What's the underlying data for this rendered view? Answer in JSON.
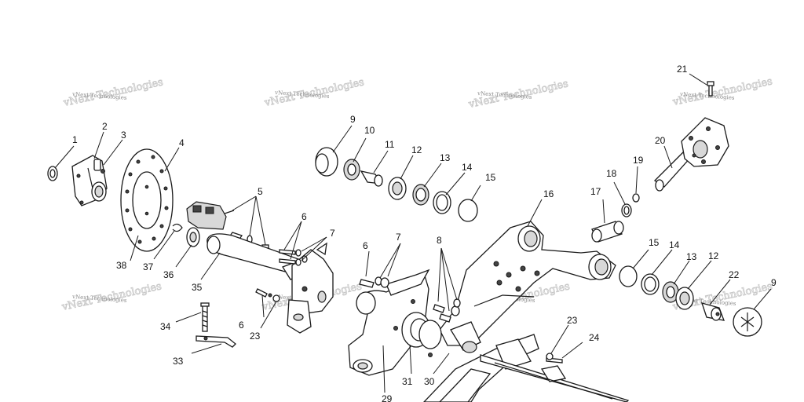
{
  "watermark": {
    "text": "vNext Technologies"
  },
  "callouts": [
    {
      "id": "c1",
      "label": "1"
    },
    {
      "id": "c2",
      "label": "2"
    },
    {
      "id": "c3",
      "label": "3"
    },
    {
      "id": "c4",
      "label": "4"
    },
    {
      "id": "c5",
      "label": "5"
    },
    {
      "id": "c6a",
      "label": "6"
    },
    {
      "id": "c7a",
      "label": "7"
    },
    {
      "id": "c6b",
      "label": "6"
    },
    {
      "id": "c7b",
      "label": "7"
    },
    {
      "id": "c8",
      "label": "8"
    },
    {
      "id": "c6c",
      "label": "6"
    },
    {
      "id": "c9a",
      "label": "9"
    },
    {
      "id": "c10",
      "label": "10"
    },
    {
      "id": "c11",
      "label": "11"
    },
    {
      "id": "c12a",
      "label": "12"
    },
    {
      "id": "c13a",
      "label": "13"
    },
    {
      "id": "c14a",
      "label": "14"
    },
    {
      "id": "c15a",
      "label": "15"
    },
    {
      "id": "c16",
      "label": "16"
    },
    {
      "id": "c17",
      "label": "17"
    },
    {
      "id": "c18",
      "label": "18"
    },
    {
      "id": "c19",
      "label": "19"
    },
    {
      "id": "c20",
      "label": "20"
    },
    {
      "id": "c21",
      "label": "21"
    },
    {
      "id": "c15b",
      "label": "15"
    },
    {
      "id": "c14b",
      "label": "14"
    },
    {
      "id": "c13b",
      "label": "13"
    },
    {
      "id": "c12b",
      "label": "12"
    },
    {
      "id": "c22",
      "label": "22"
    },
    {
      "id": "c9b",
      "label": "9"
    },
    {
      "id": "c23a",
      "label": "23"
    },
    {
      "id": "c24",
      "label": "24"
    },
    {
      "id": "c23b",
      "label": "23"
    },
    {
      "id": "c29",
      "label": "29"
    },
    {
      "id": "c30",
      "label": "30"
    },
    {
      "id": "c31",
      "label": "31"
    },
    {
      "id": "c33",
      "label": "33"
    },
    {
      "id": "c34",
      "label": "34"
    },
    {
      "id": "c35",
      "label": "35"
    },
    {
      "id": "c36",
      "label": "36"
    },
    {
      "id": "c37",
      "label": "37"
    },
    {
      "id": "c38",
      "label": "38"
    }
  ]
}
